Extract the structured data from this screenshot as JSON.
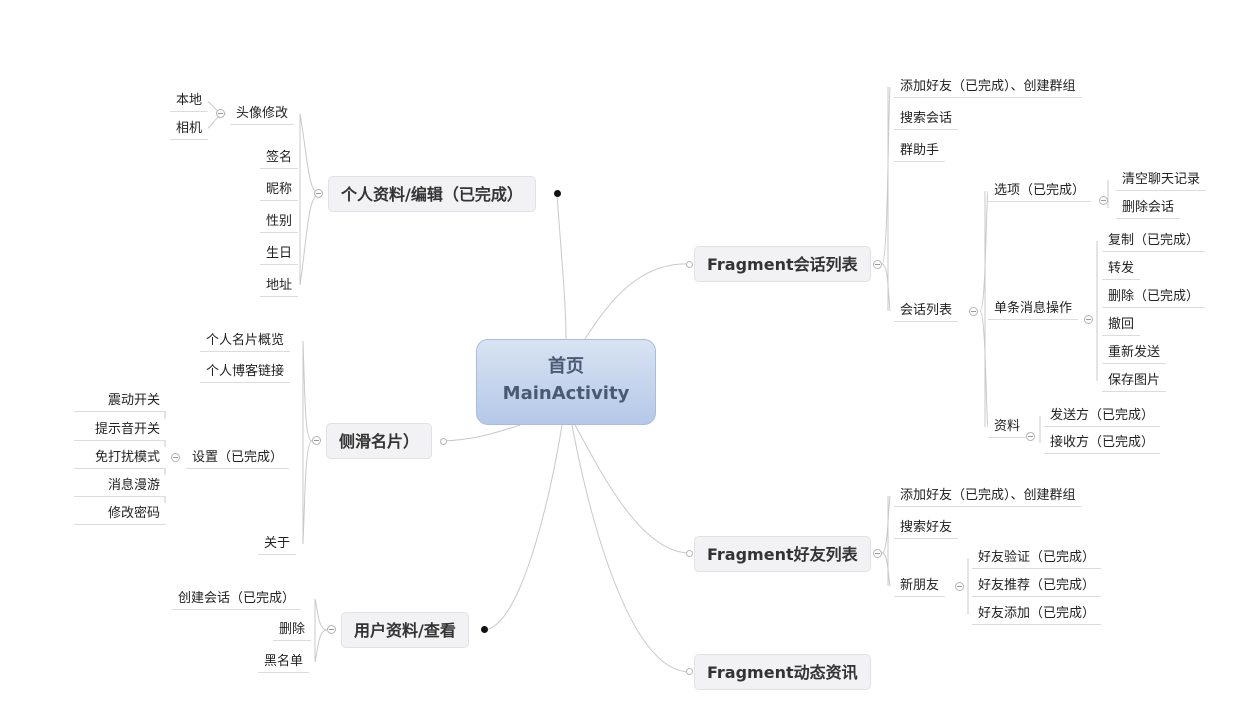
{
  "center": {
    "line1": "首页",
    "line2": "MainActivity"
  },
  "left": {
    "profile": {
      "label": "个人资料/编辑（已完成）",
      "avatar": {
        "label": "头像修改",
        "children": [
          "本地",
          "相机"
        ]
      },
      "items": [
        "签名",
        "昵称",
        "性别",
        "生日",
        "地址"
      ]
    },
    "drawer": {
      "label": "侧滑名片）",
      "items_top": [
        "个人名片概览",
        "个人博客链接"
      ],
      "settings": {
        "label": "设置（已完成）",
        "children": [
          "震动开关",
          "提示音开关",
          "免打扰模式",
          "消息漫游",
          "修改密码"
        ]
      },
      "about": "关于"
    },
    "user": {
      "label": "用户资料/查看",
      "items": [
        "创建会话（已完成）",
        "删除",
        "黑名单"
      ]
    }
  },
  "right": {
    "chat": {
      "label": "Fragment会话列表",
      "items": [
        "添加好友（已完成）、创建群组",
        "搜索会话",
        "群助手"
      ],
      "list": {
        "label": "会话列表",
        "options": {
          "label": "选项（已完成）",
          "children": [
            "清空聊天记录",
            "删除会话"
          ]
        },
        "message_ops": {
          "label": "单条消息操作",
          "children": [
            "复制（已完成）",
            "转发",
            "删除（已完成）",
            "撤回",
            "重新发送",
            "保存图片"
          ]
        },
        "profile": {
          "label": "资料",
          "children": [
            "发送方（已完成）",
            "接收方（已完成）"
          ]
        }
      }
    },
    "friends": {
      "label": "Fragment好友列表",
      "items": [
        "添加好友（已完成）、创建群组",
        "搜索好友"
      ],
      "new_friends": {
        "label": "新朋友",
        "children": [
          "好友验证（已完成）",
          "好友推荐（已完成）",
          "好友添加（已完成）"
        ]
      }
    },
    "feed": {
      "label": "Fragment动态资讯"
    }
  }
}
